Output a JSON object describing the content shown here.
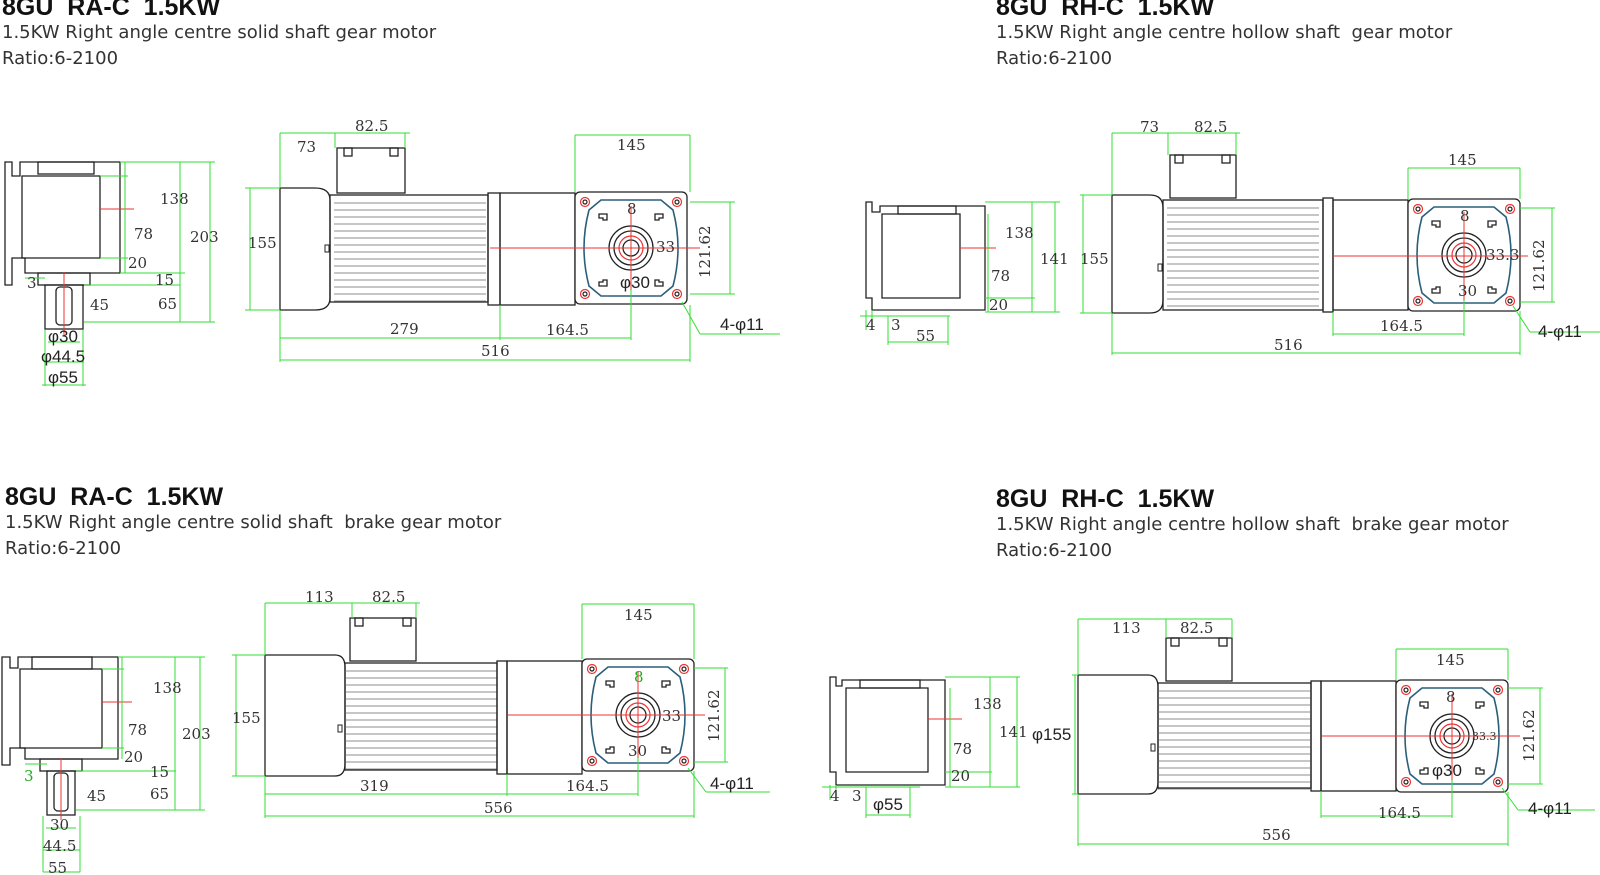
{
  "sections": [
    {
      "title": "8GU  RA-C  1.5KW",
      "subtitle": "1.5KW Right angle centre solid shaft gear motor",
      "ratio": "Ratio:6-2100",
      "side_view": {
        "d1": "138",
        "d2": "78",
        "d3": "20",
        "d4": "203",
        "d5": "3",
        "d6": "15",
        "d7": "45",
        "d8": "65",
        "d9": "φ30",
        "d10": "φ44.5",
        "d11": "φ55"
      },
      "front_view": {
        "a": "73",
        "b": "82.5",
        "c": "145",
        "d": "155",
        "e": "8",
        "f": "33",
        "g": "121.62",
        "h": "φ30",
        "i": "279",
        "j": "164.5",
        "k": "516",
        "l": "4-φ11"
      }
    },
    {
      "title": "8GU  RH-C  1.5KW",
      "subtitle": "1.5KW Right angle centre hollow shaft  gear motor",
      "ratio": "Ratio:6-2100",
      "side_view": {
        "d1": "138",
        "d2": "78",
        "d3": "20",
        "d4": "141",
        "d5": "4",
        "d6": "3",
        "d7": "55"
      },
      "front_view": {
        "a": "73",
        "b": "82.5",
        "c": "145",
        "d": "155",
        "e": "8",
        "f": "33.3",
        "g": "121.62",
        "h": "30",
        "j": "164.5",
        "k": "516",
        "l": "4-φ11"
      }
    },
    {
      "title": "8GU  RA-C  1.5KW",
      "subtitle": "1.5KW Right angle centre solid shaft  brake gear motor",
      "ratio": "Ratio:6-2100",
      "side_view": {
        "d1": "138",
        "d2": "78",
        "d3": "20",
        "d4": "203",
        "d5": "3",
        "d6": "15",
        "d7": "45",
        "d8": "65",
        "d9": "30",
        "d10": "44.5",
        "d11": "55"
      },
      "front_view": {
        "a": "113",
        "b": "82.5",
        "c": "145",
        "d": "155",
        "e": "8",
        "f": "33",
        "g": "121.62",
        "h": "30",
        "i": "319",
        "j": "164.5",
        "k": "556",
        "l": "4-φ11"
      }
    },
    {
      "title": "8GU  RH-C  1.5KW",
      "subtitle": "1.5KW Right angle centre hollow shaft  brake gear motor",
      "ratio": "Ratio:6-2100",
      "side_view": {
        "d1": "138",
        "d2": "78",
        "d3": "20",
        "d4": "141",
        "d5": "4",
        "d6": "3",
        "d7": "φ55"
      },
      "front_view": {
        "a": "113",
        "b": "82.5",
        "c": "145",
        "d": "φ155",
        "e": "8",
        "f": "33.3",
        "g": "121.62",
        "h": "φ30",
        "j": "164.5",
        "k": "556",
        "l": "4-φ11"
      }
    }
  ]
}
